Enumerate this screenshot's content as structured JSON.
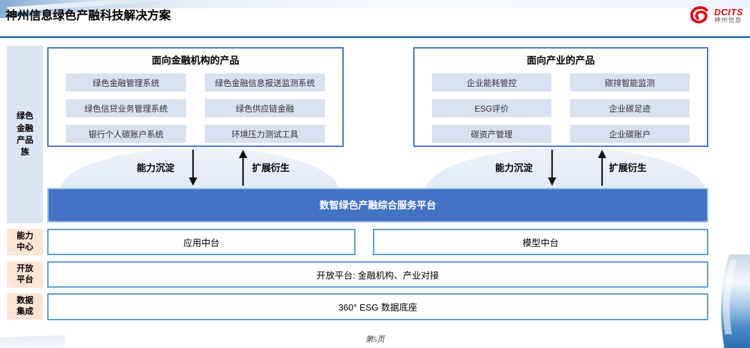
{
  "slide": {
    "title": "神州信息绿色产融科技解决方案",
    "page_number": "第5页"
  },
  "logo": {
    "brand": "DCITS",
    "brand_cn": "神州信息",
    "icon": "dcits-swoosh-icon",
    "color": "#e60012"
  },
  "left_rail": {
    "product_family": "绿色金融产品族",
    "capability_center": "能力中心",
    "open_platform": "开放平台",
    "data_integration": "数据集成"
  },
  "finance_products": {
    "title": "面向金融机构的产品",
    "items": [
      "绿色金融管理系统",
      "绿色金融信息报送监测系统",
      "绿色信贷业务管理系统",
      "绿色供应链金融",
      "银行个人碳账户系统",
      "环境压力测试工具"
    ]
  },
  "industry_products": {
    "title": "面向产业的产品",
    "items": [
      "企业能耗管控",
      "碳排智能监测",
      "ESG评价",
      "企业碳足迹",
      "碳资产管理",
      "企业碳账户"
    ]
  },
  "flow": {
    "down_label": "能力沉淀",
    "up_label": "扩展衍生"
  },
  "platform_banner": "数智绿色产融综合服务平台",
  "middle_layer": {
    "app": "应用中台",
    "model": "模型中台"
  },
  "open_platform_text": "开放平台: 金融机构、产业对接",
  "data_base_text": "360° ESG 数据底座",
  "colors": {
    "banner_blue": "#4472c4",
    "box_border_blue": "#4472c4",
    "row_border_blue": "#5b9bd5",
    "item_fill": "#d9e0f0",
    "rail_blue": "#dce6f2",
    "label_peach": "#fbe5d6",
    "header_line_blue": "#2e75b6",
    "logo_red": "#e60012"
  }
}
